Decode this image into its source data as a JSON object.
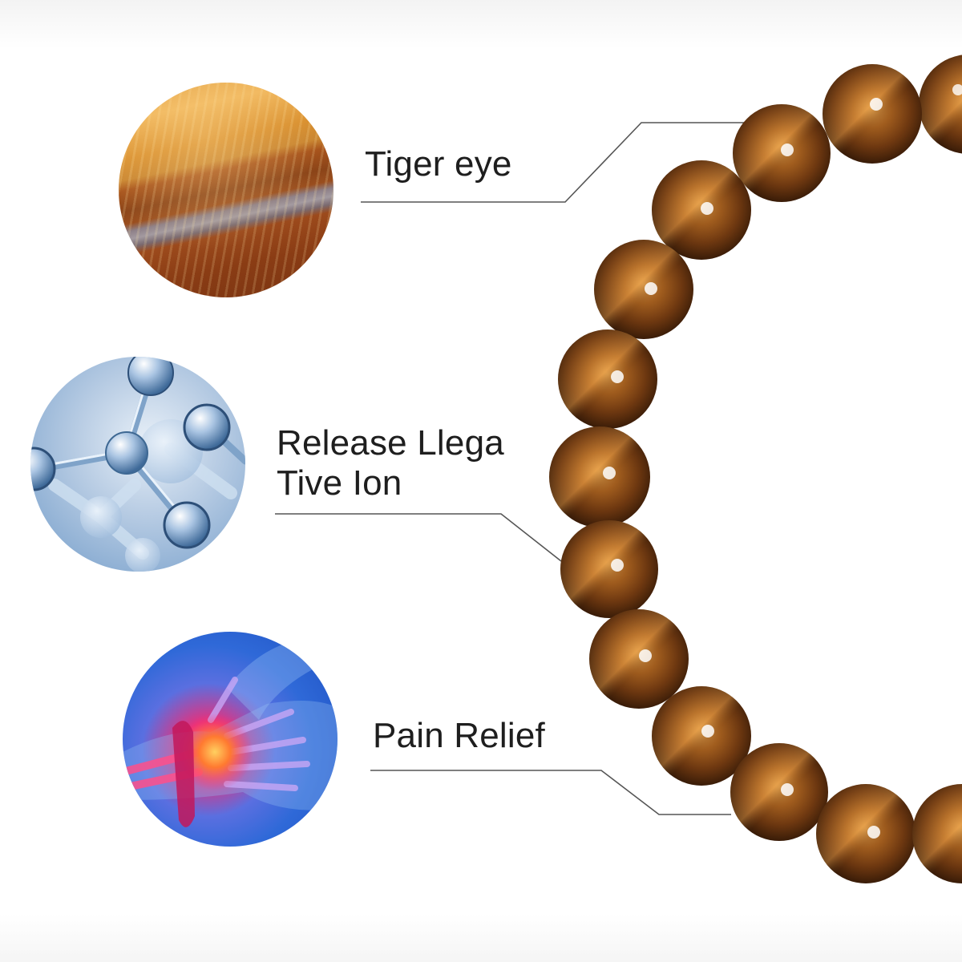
{
  "features": [
    {
      "id": "tiger-eye",
      "label": "Tiger eye",
      "image": "tiger-eye-stone-texture"
    },
    {
      "id": "negative-ion",
      "label_line1": "Release Llega",
      "label_line2": "Tive Ion",
      "image": "molecule-structure"
    },
    {
      "id": "pain-relief",
      "label": "Pain Relief",
      "image": "wrist-xray-pain"
    }
  ],
  "product": {
    "name": "Tiger eye bead bracelet",
    "bead_color": "#8a4a16",
    "bead_highlight": "#d9923a"
  },
  "colors": {
    "text": "#1e1e1e",
    "connector_line": "#555555",
    "background": "#ffffff"
  }
}
